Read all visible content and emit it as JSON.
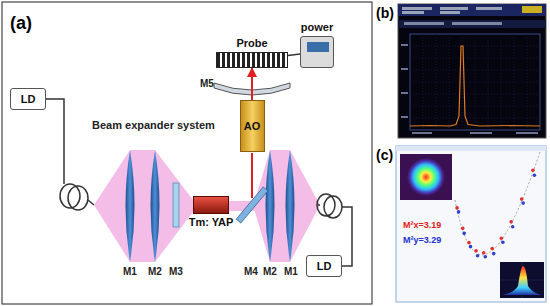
{
  "diagram": {
    "nodes": [
      {
        "text": [
          "LD"
        ]
      },
      {
        "text": [
          "LD"
        ]
      },
      {
        "text": [
          "Tm: YAP"
        ]
      },
      {
        "text": [
          "AO"
        ]
      },
      {
        "text": [
          "Probe"
        ]
      },
      {
        "text": [
          "power"
        ]
      }
    ],
    "edges": [
      {
        "from": 3,
        "to": 4,
        "arrow": "to"
      },
      {
        "from": 4,
        "to": 5,
        "arrow": "none"
      }
    ],
    "labels": [
      "(a)",
      "(b)",
      "(c)",
      "Beam expander system",
      "M1",
      "M2",
      "M3",
      "M4",
      "M2",
      "M1",
      "M5",
      "M²x=3.19",
      "M²y=3.29"
    ]
  }
}
